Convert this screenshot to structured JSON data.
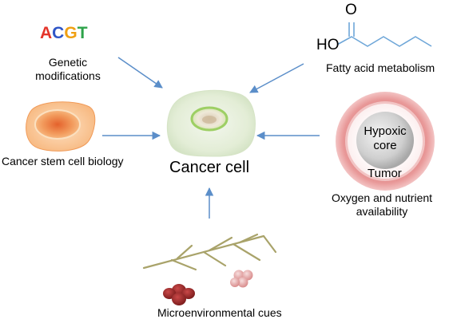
{
  "colors": {
    "arrow": "#5b8ec9",
    "letter_A": "#e4342a",
    "letter_C": "#2f56c7",
    "letter_G": "#f0a012",
    "letter_T": "#2ea34a",
    "cell_fill": "#e6efd9",
    "stem_cell_fill": "#f7b67c",
    "tumor_outer": "#e07878",
    "hypoxic_core": "#c8c8c8",
    "branch": "#a9a36a",
    "red_cells": "#9c2a2a"
  },
  "icons": {
    "dna_letters": "acgt-letters-icon",
    "cancer_cell": "cancer-cell-icon",
    "stem_cell": "stem-cell-icon",
    "tumor": "tumor-icon",
    "fatty_acid": "fatty-acid-structure-icon",
    "microenvironment": "blood-vessel-branch-icon"
  },
  "acgt": [
    "A",
    "C",
    "G",
    "T"
  ],
  "labels": {
    "genetic_line1": "Genetic",
    "genetic_line2": "modifications",
    "stem": "Cancer stem cell biology",
    "center": "Cancer cell",
    "fatty": "Fatty acid metabolism",
    "oxygen_line1": "Oxygen and nutrient",
    "oxygen_line2": "availability",
    "hypoxic_line1": "Hypoxic",
    "hypoxic_line2": "core",
    "tumor": "Tumor",
    "micro": "Microenvironmental cues",
    "chem_o": "O",
    "chem_ho": "HO"
  }
}
